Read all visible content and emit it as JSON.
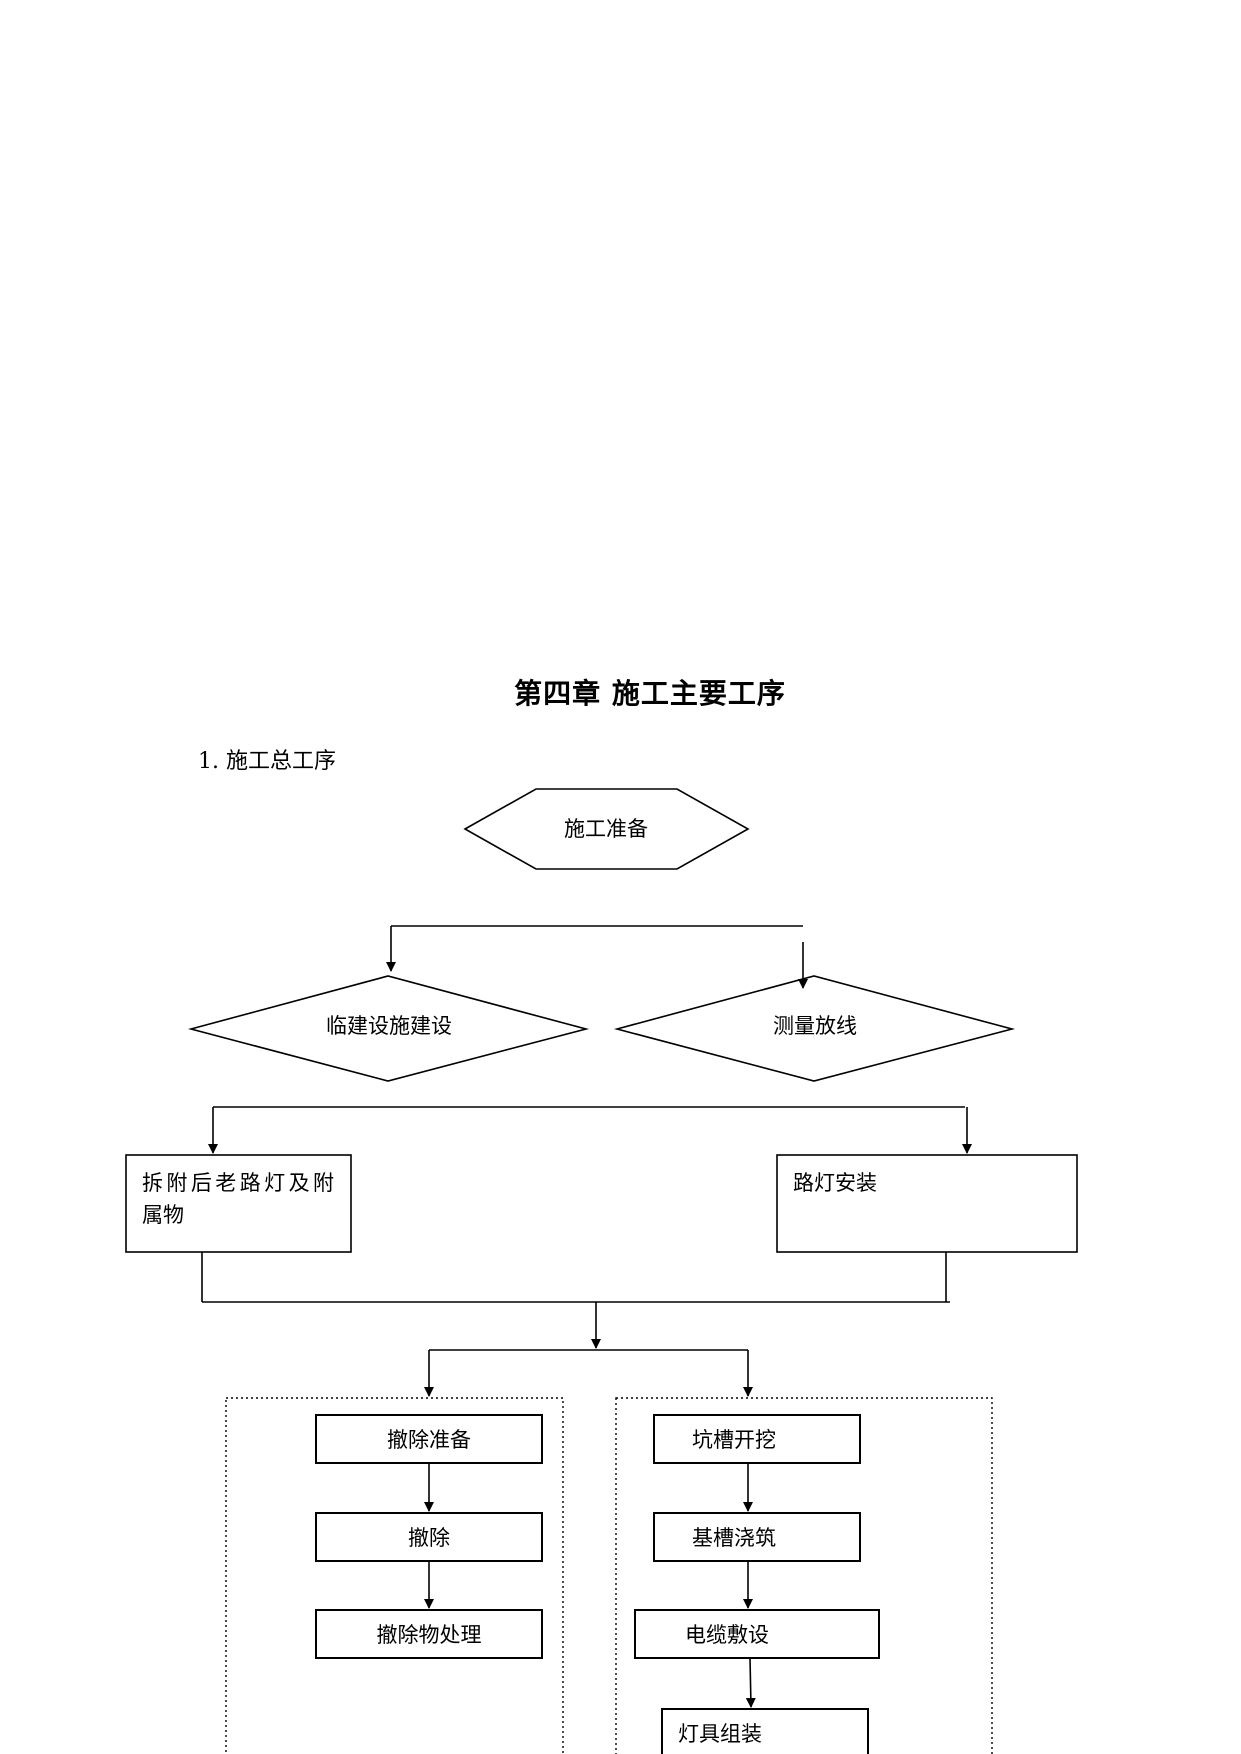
{
  "document": {
    "chapter_title": "第四章  施工主要工序",
    "section_heading": "1. 施工总工序"
  },
  "flowchart": {
    "start": "施工准备",
    "decisions": {
      "temp_facilities": "临建设施建设",
      "survey": "测量放线"
    },
    "process_boxes": {
      "demolish_old_lights_line1": "拆附后老路灯及附",
      "demolish_old_lights_line2": "属物",
      "install_lights": "路灯安装"
    },
    "demolition_steps": [
      "撤除准备",
      "撤除",
      "撤除物处理"
    ],
    "installation_steps": [
      "坑槽开挖",
      "基槽浇筑",
      "电缆敷设",
      "灯具组装"
    ]
  }
}
